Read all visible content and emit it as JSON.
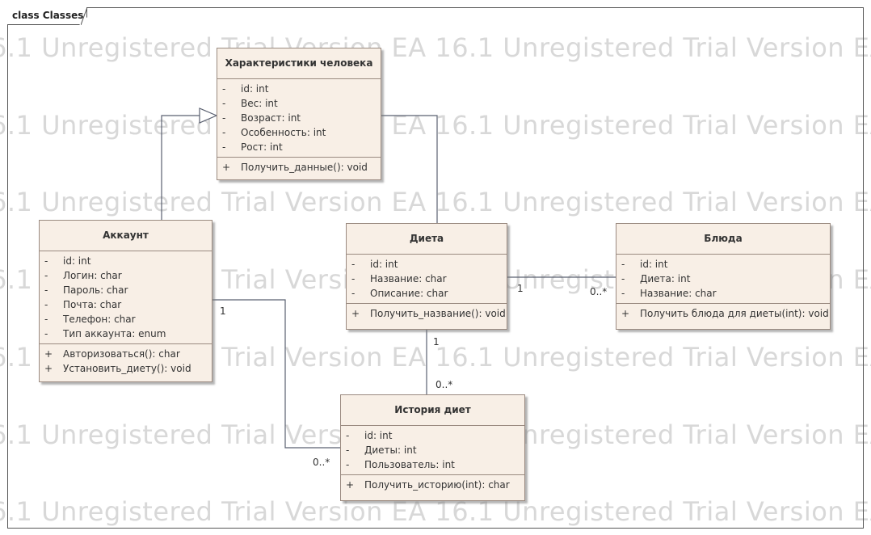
{
  "frame": {
    "label": "class Classes"
  },
  "watermark": {
    "text": "6.1 Unregistered Trial Version   EA 16.1 Unregistered Trial Version   EA"
  },
  "classes": {
    "human": {
      "name": "Характеристики человека",
      "attributes": [
        {
          "vis": "-",
          "text": "id: int"
        },
        {
          "vis": "-",
          "text": "Вес: int"
        },
        {
          "vis": "-",
          "text": "Возраст: int"
        },
        {
          "vis": "-",
          "text": "Особенность: int"
        },
        {
          "vis": "-",
          "text": "Рост: int"
        }
      ],
      "operations": [
        {
          "vis": "+",
          "text": "Получить_данные(): void"
        }
      ]
    },
    "account": {
      "name": "Аккаунт",
      "attributes": [
        {
          "vis": "-",
          "text": "id: int"
        },
        {
          "vis": "-",
          "text": "Логин: char"
        },
        {
          "vis": "-",
          "text": "Пароль: char"
        },
        {
          "vis": "-",
          "text": "Почта: char"
        },
        {
          "vis": "-",
          "text": "Телефон: char"
        },
        {
          "vis": "-",
          "text": "Тип аккаунта: enum"
        }
      ],
      "operations": [
        {
          "vis": "+",
          "text": "Авторизоваться(): char"
        },
        {
          "vis": "+",
          "text": "Установить_диету(): void"
        }
      ]
    },
    "diet": {
      "name": "Диета",
      "attributes": [
        {
          "vis": "-",
          "text": "id: int"
        },
        {
          "vis": "-",
          "text": "Название: char"
        },
        {
          "vis": "-",
          "text": "Описание: char"
        }
      ],
      "operations": [
        {
          "vis": "+",
          "text": "Получить_название(): void"
        }
      ]
    },
    "dishes": {
      "name": "Блюда",
      "attributes": [
        {
          "vis": "-",
          "text": "id: int"
        },
        {
          "vis": "-",
          "text": "Диета: int"
        },
        {
          "vis": "-",
          "text": "Название: char"
        }
      ],
      "operations": [
        {
          "vis": "+",
          "text": "Получить блюда для диеты(int): void"
        }
      ]
    },
    "history": {
      "name": "История диет",
      "attributes": [
        {
          "vis": "-",
          "text": "id: int"
        },
        {
          "vis": "-",
          "text": "Диеты: int"
        },
        {
          "vis": "-",
          "text": "Пользователь: int"
        }
      ],
      "operations": [
        {
          "vis": "+",
          "text": "Получить_историю(int): char"
        }
      ]
    }
  },
  "multiplicities": {
    "account_history_account": "1",
    "account_history_history": "0..*",
    "diet_dishes_diet": "1",
    "diet_dishes_dishes": "0..*",
    "diet_history_diet": "1",
    "diet_history_history": "0..*"
  },
  "colors": {
    "class_fill": "#f8efe6",
    "class_border": "#9a8a80",
    "connector": "#5a6070",
    "watermark": "#d8d8d8"
  }
}
